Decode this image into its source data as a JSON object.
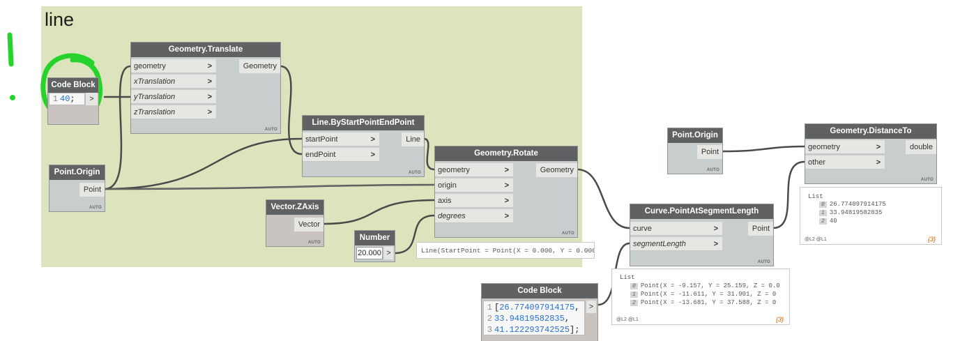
{
  "group": {
    "title": "line"
  },
  "annotation": {
    "color": "#25d32c",
    "mark": "!"
  },
  "nodes": {
    "translate": {
      "title": "Geometry.Translate",
      "inputs": [
        "geometry",
        "xTranslation",
        "yTranslation",
        "zTranslation"
      ],
      "output": "Geometry",
      "lacing": "AUTO"
    },
    "line_sp_ep": {
      "title": "Line.ByStartPointEndPoint",
      "inputs": [
        "startPoint",
        "endPoint"
      ],
      "output": "Line",
      "lacing": "AUTO"
    },
    "rotate": {
      "title": "Geometry.Rotate",
      "inputs": [
        "geometry",
        "origin",
        "axis",
        "degrees"
      ],
      "output": "Geometry",
      "lacing": "AUTO",
      "preview": "Line(StartPoint = Point(X = 0.000, Y = 0.000"
    },
    "codeblock1": {
      "title": "Code Block",
      "line_no": "1",
      "code_value": "40",
      "code_end": ";",
      "out": ">"
    },
    "origin1": {
      "title": "Point.Origin",
      "output": "Point",
      "lacing": "AUTO"
    },
    "zaxis": {
      "title": "Vector.ZAxis",
      "output": "Vector",
      "lacing": "AUTO"
    },
    "number": {
      "title": "Number",
      "value": "20.000",
      "out": ">"
    },
    "curve_pt": {
      "title": "Curve.PointAtSegmentLength",
      "inputs": [
        "curve",
        "segmentLength"
      ],
      "output": "Point",
      "lacing": "AUTO",
      "preview": {
        "header": "List",
        "items": [
          {
            "idx": "0",
            "text": "Point(X = -9.157, Y = 25.159, Z = 0.0"
          },
          {
            "idx": "1",
            "text": "Point(X = -11.611, Y = 31.901, Z = 0"
          },
          {
            "idx": "2",
            "text": "Point(X = -13.681, Y = 37.588, Z = 0"
          }
        ],
        "levels": "@L2 @L1",
        "count": "{3}"
      }
    },
    "codeblock2": {
      "title": "Code Block",
      "lines": [
        {
          "no": "1",
          "open": "[",
          "value": "26.774097914175",
          "close": ","
        },
        {
          "no": "2",
          "open": "",
          "value": "33.94819582835",
          "close": ","
        },
        {
          "no": "3",
          "open": "",
          "value": "41.122293742525",
          "close": "];"
        }
      ],
      "out": ">"
    },
    "origin2": {
      "title": "Point.Origin",
      "output": "Point",
      "lacing": "AUTO"
    },
    "distance": {
      "title": "Geometry.DistanceTo",
      "inputs": [
        "geometry",
        "other"
      ],
      "output": "double",
      "lacing": "AUTO",
      "preview": {
        "header": "List",
        "items": [
          {
            "idx": "0",
            "text": "26.774097914175"
          },
          {
            "idx": "1",
            "text": "33.94819582835"
          },
          {
            "idx": "2",
            "text": "40"
          }
        ],
        "levels": "@L2 @L1",
        "count": "{3}"
      }
    }
  }
}
